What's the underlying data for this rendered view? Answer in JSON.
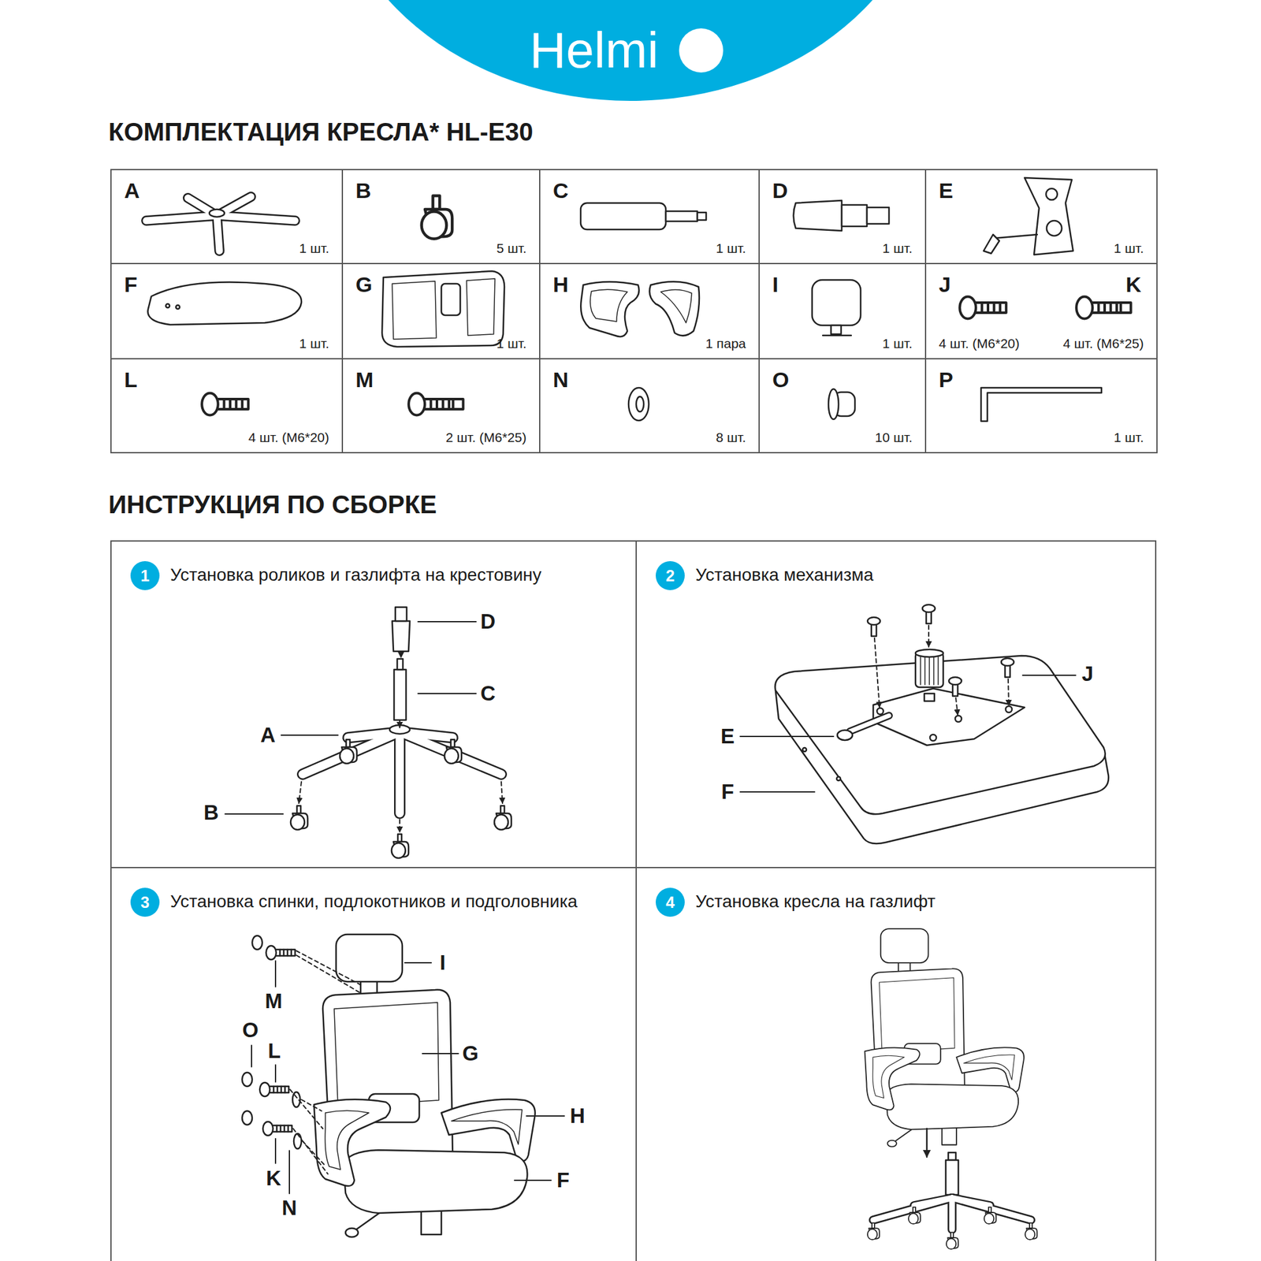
{
  "diagram": {
    "title": "КОМПЛЕКТАЦИЯ КРЕСЛА* HL-E30",
    "nodes": [
      {
        "text": [
          "Helmi"
        ]
      },
      {
        "text": [
          "A",
          "1 шт."
        ]
      },
      {
        "text": [
          "B",
          "5 шт."
        ]
      },
      {
        "text": [
          "C",
          "1 шт."
        ]
      },
      {
        "text": [
          "D",
          "1 шт."
        ]
      },
      {
        "text": [
          "E",
          "1 шт."
        ]
      },
      {
        "text": [
          "F",
          "1 шт."
        ]
      },
      {
        "text": [
          "G",
          "1 шт."
        ]
      },
      {
        "text": [
          "H",
          "1 пара"
        ]
      },
      {
        "text": [
          "I",
          "1 шт."
        ]
      },
      {
        "text": [
          "J",
          "K",
          "4 шт. (M6*20)",
          "4 шт. (M6*25)"
        ]
      },
      {
        "text": [
          "L",
          "4 шт. (M6*20)"
        ]
      },
      {
        "text": [
          "M",
          "2 шт. (M6*25)"
        ]
      },
      {
        "text": [
          "N",
          "8 шт."
        ]
      },
      {
        "text": [
          "O",
          "10 шт."
        ]
      },
      {
        "text": [
          "P",
          "1 шт."
        ]
      },
      {
        "text": [
          "Установка роликов и газлифта на крестовину"
        ]
      },
      {
        "text": [
          "1"
        ],
        "in": 16
      },
      {
        "text": [
          "Установка механизма"
        ]
      },
      {
        "text": [
          "2"
        ],
        "in": 18
      },
      {
        "text": [
          "Установка спинки, подлокотников и подголовника"
        ]
      },
      {
        "text": [
          "3"
        ],
        "in": 20
      },
      {
        "text": [
          "Установка кресла на газлифт"
        ]
      },
      {
        "text": [
          "4"
        ],
        "in": 22
      }
    ],
    "labels": [
      "ИНСТРУКЦИЯ ПО СБОРКЕ",
      "D",
      "C",
      "A",
      "B",
      "J",
      "E",
      "F",
      "I",
      "M",
      "O",
      "L",
      "G",
      "H",
      "K",
      "N",
      "F"
    ]
  }
}
